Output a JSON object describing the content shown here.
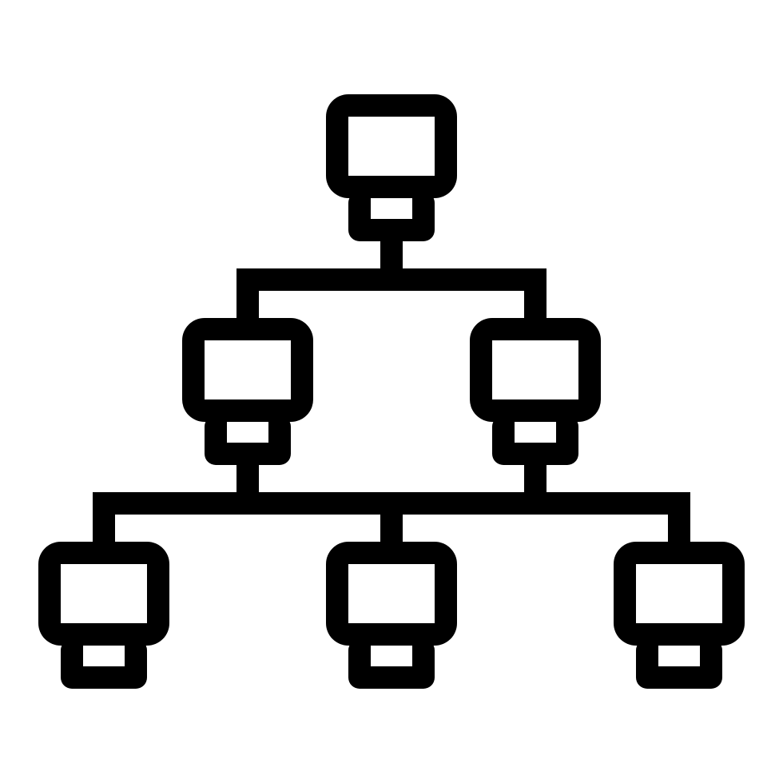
{
  "icon": {
    "name": "network-hierarchy-icon",
    "style": "outline",
    "stroke_color": "#000000",
    "background_color": "#ffffff",
    "levels": [
      1,
      2,
      3
    ],
    "node_count": 6
  }
}
